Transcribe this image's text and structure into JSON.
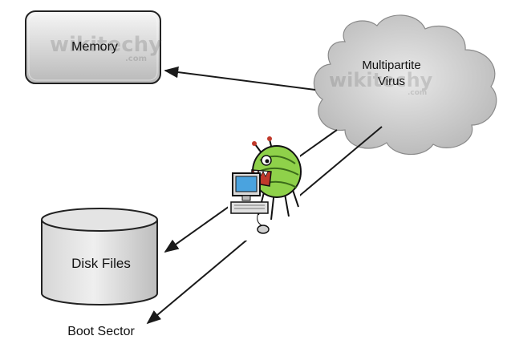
{
  "nodes": {
    "memory": "Memory",
    "virus_line1": "Multipartite",
    "virus_line2": "Virus",
    "disk_files": "Disk Files",
    "boot_sector": "Boot Sector"
  },
  "watermark": {
    "brand": "wikitechy",
    "suffix": ".com"
  },
  "colors": {
    "box_fill_top": "#f4f4f4",
    "box_fill_bottom": "#bdbdbd",
    "cloud_fill": "#cfcfcf",
    "bug_body": "#8fd14a",
    "arrow": "#1a1a1a"
  },
  "icons": {
    "virus_bug": "bug-attacking-computer-icon"
  }
}
